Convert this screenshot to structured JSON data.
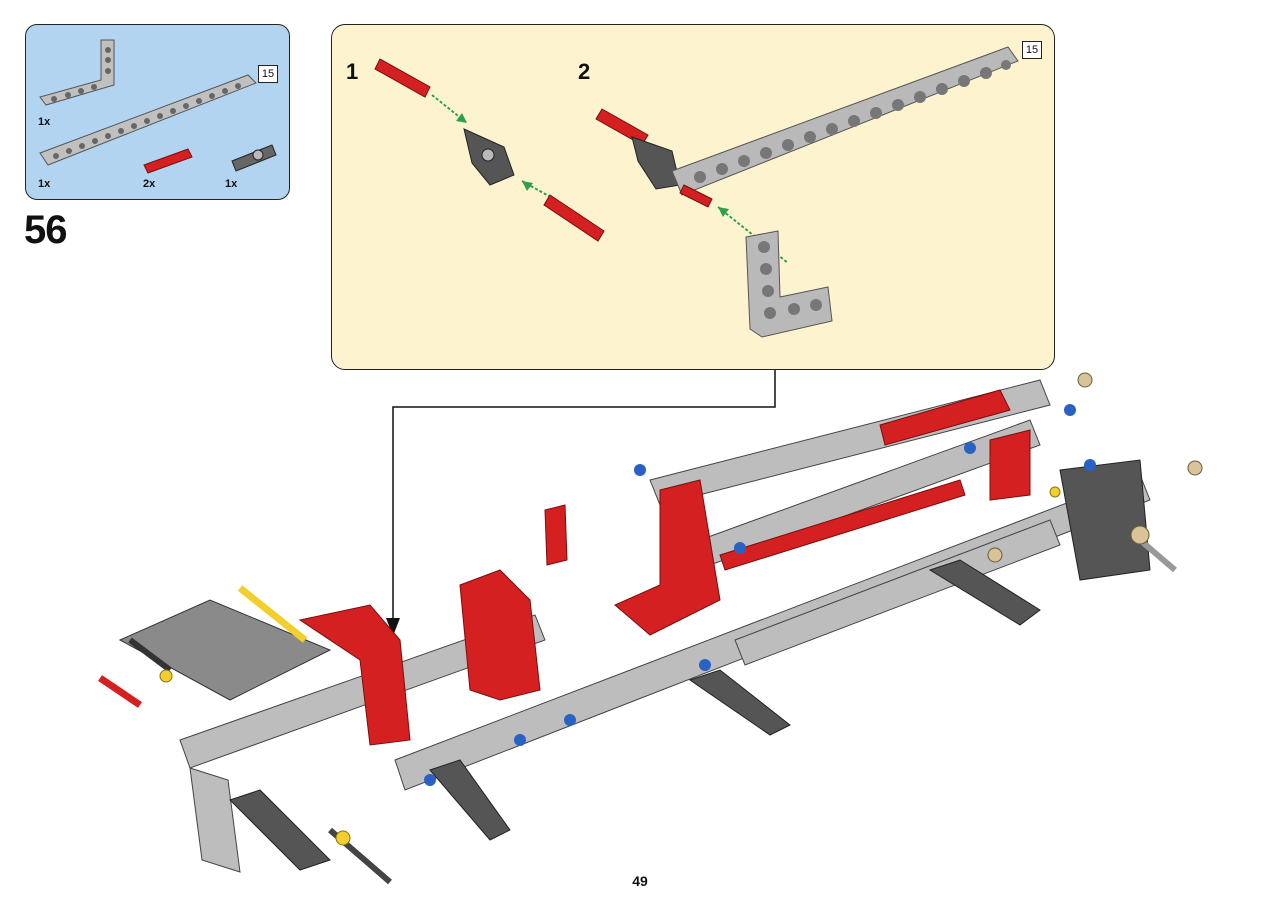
{
  "parts_list": {
    "items": [
      {
        "name": "L-beam 3x5",
        "qty": "1x"
      },
      {
        "name": "beam 15",
        "qty": "1x"
      },
      {
        "name": "red axle pin",
        "qty": "2x"
      },
      {
        "name": "pin connector",
        "qty": "1x"
      }
    ],
    "size_tag": "15"
  },
  "step": {
    "number": "56"
  },
  "substeps": [
    {
      "label": "1"
    },
    {
      "label": "2"
    }
  ],
  "substep_size_tag": "15",
  "page": {
    "number": "49"
  },
  "colors": {
    "parts_bg": "#b3d4f0",
    "substep_bg": "#fdf4cf",
    "beam_gray": "#b9b9b9",
    "dark_gray": "#555555",
    "red": "#d42020",
    "blue": "#2a62c4",
    "yellow": "#f2cf2e",
    "tan": "#d9c49a",
    "arrow_green": "#2ea04a"
  }
}
